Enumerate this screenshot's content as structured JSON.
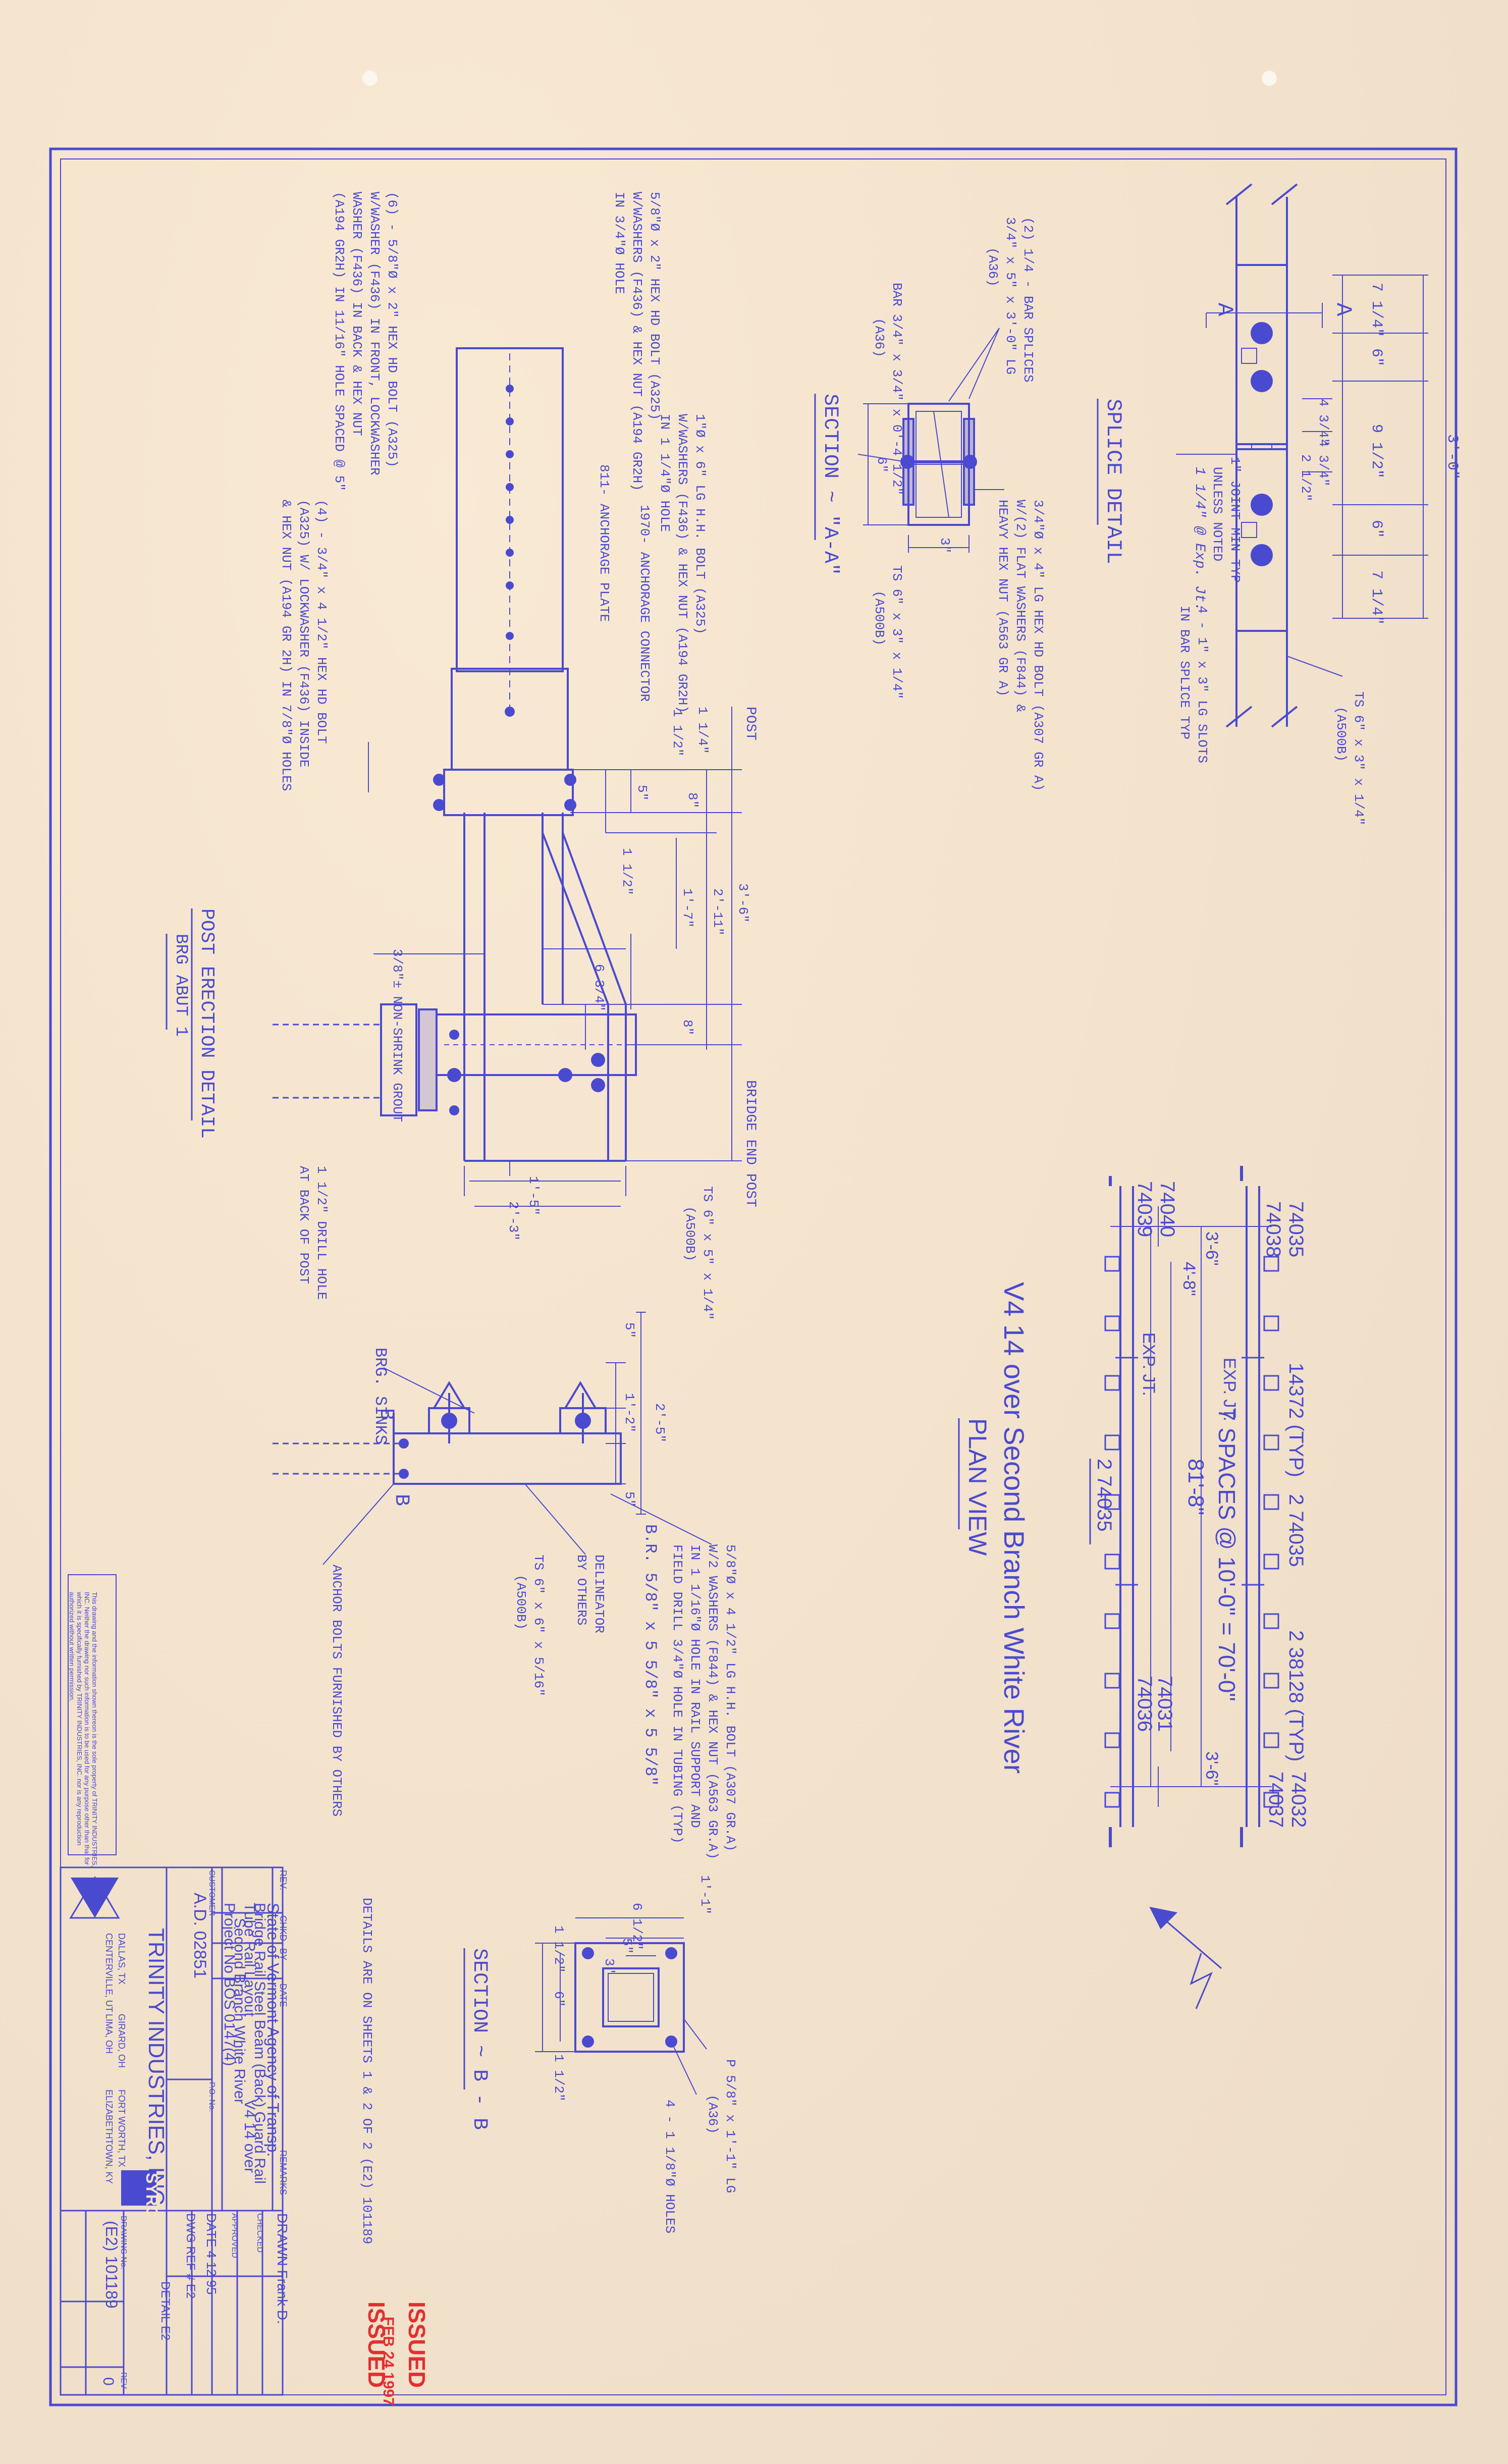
{
  "colors": {
    "ink": "#4a4ad0",
    "paper": "#f3e3cc",
    "stamp": "#e23030"
  },
  "splice": {
    "title": "SPLICE DETAIL",
    "overall": "3'-0\"",
    "dims": [
      "7 1/4\"",
      "6\"",
      "9 1/2\"",
      "6\"",
      "7 1/4\""
    ],
    "small_dims": [
      "4 3/4\"",
      "4 3/4\""
    ],
    "gap": "2 1/2\"",
    "joint_note": [
      "1\" JOINT MIN TYP",
      "UNLESS NOTED",
      "1 1/4\" @ Exp. Jt."
    ],
    "slot_note": [
      "4 - 1\" x 3\" LG SLOTS",
      "IN BAR SPLICE TYP"
    ],
    "tube_note": [
      "TS 6\" x 3\" x 1/4\"",
      "(A500B)"
    ],
    "section_mark": "A"
  },
  "section_a": {
    "title": "SECTION ~ \"A-A\"",
    "bar_splices": [
      "(2) 1/4 - BAR SPLICES",
      "3/4\" x 5\" x 3'-0\" LG",
      "(A36)"
    ],
    "bar_note": [
      "BAR 3/4\" x 3/4\" x 0'-4 1/2\"",
      "(A36)"
    ],
    "bolt_note": [
      "3/4\"Ø x 4\" LG HEX HD BOLT (A307 GR A)",
      "W/(2) FLAT WASHERS (F844) &",
      "HEAVY HEX NUT (A563 GR A)"
    ],
    "tube_note": [
      "TS 6\" x 3\" x 1/4\"",
      "(A500B)"
    ],
    "dim_h": "6\"",
    "dim_w": "3\""
  },
  "post": {
    "title": "POST ERECTION DETAIL",
    "subtitle": "BRG ABUT 1",
    "note_bolt": [
      "5/8\"Ø x 2\" HEX HD BOLT (A325)",
      "W/WASHERS (F436) & HEX NUT (A194 GR2H)",
      "IN 3/4\"Ø HOLE"
    ],
    "note_six": [
      "(6) - 5/8\"Ø x 2\" HEX HD BOLT (A325)",
      "W/WASHER (F436) IN FRONT, LOCKWASHER",
      "WASHER (F436) IN BACK & HEX NUT",
      "(A194 GR2H) IN 11/16\" HOLE SPACED @ 5\""
    ],
    "note_2": [
      "1\"Ø x 6\" LG H.H. BOLT (A325)",
      "W/WASHERS (F436) & HEX NUT (A194 GR2H)",
      "IN 1 1/4\"Ø HOLE"
    ],
    "connector": [
      "1970- ANCHORAGE CONNECTOR",
      "811- ANCHORAGE PLATE"
    ],
    "note_4": [
      "(4) - 3/4\" x 4 1/2\" HEX HD BOLT",
      "(A325) W/ LOCKWASHER (F436) INSIDE",
      "& HEX NUT (A194 GR 2H) IN 7/8\"Ø HOLES"
    ],
    "grout": "3/8\"± NON-SHRINK GROUT",
    "post_label": "POST",
    "bridge_end_post": "BRIDGE END POST",
    "dims_top": [
      "1 1/4\"",
      "1 1/2\"",
      "5\"",
      "8\"",
      "2'-11\"",
      "3'-6\"",
      "1 1/2\"",
      "1'-7\"",
      "8\""
    ],
    "dim_34": "6 3/4\"",
    "dims_bottom": [
      "1'-5\"",
      "2'-3\""
    ],
    "drill_note": [
      "1 1/2\" DRILL HOLE",
      "AT BACK OF POST"
    ],
    "tube": [
      "TS 6\" x 5\" x 1/4\"",
      "(A500B)"
    ]
  },
  "bearing": {
    "dims": [
      "2'-5\"",
      "5\"",
      "1'-2\"",
      "5\""
    ],
    "label": "BRG. SINKS",
    "bolt_note": [
      "5/8\"Ø x 4 1/2\" LG H.H. BOLT (A307 GR.A)",
      "W/2 WASHERS (F844) & HEX NUT (A563 GR.A)",
      "IN 1 1/16\"Ø HOLE IN RAIL SUPPORT AND",
      "FIELD DRILL 3/4\"Ø HOLE IN TUBING (TYP)"
    ],
    "plate_note": "B.R. 5/8\" x 5 5/8\" x 5 5/8\"",
    "delineator": [
      "DELINEATOR",
      "BY OTHERS"
    ],
    "tube": [
      "TS 6\" x 6\" x 5/16\"",
      "(A500B)"
    ],
    "anchor": "ANCHOR BOLTS FURNISHED BY OTHERS",
    "section_mark": "B"
  },
  "section_b": {
    "title": "SECTION ~ B - B",
    "dims": [
      "1'-1\"",
      "6 1/2\"",
      "3\"",
      "5\"",
      "1 1/2\"",
      "6\"",
      "1 1/2\""
    ],
    "plate": [
      "P 5/8\" x 1'-1\" LG",
      "(A36)"
    ],
    "holes": "4 - 1 1/8\"Ø HOLES"
  },
  "plan": {
    "title": "V4 14 over Second Branch White River",
    "subtitle": "PLAN VIEW",
    "labels": [
      "74035",
      "74038",
      "74040",
      "74039",
      "74032",
      "74037",
      "74031",
      "74036"
    ],
    "center": "7 SPACES @ 10'-0\" = 70'-0\"",
    "center2": "81'-8\"",
    "center3": "2 74035",
    "typ1": "14372 (TYP)",
    "typ2": "2 74035",
    "typ3": "2 38128 (TYP)",
    "exp": "EXP. JT.",
    "dims": [
      "3'-6\"",
      "4'-8\"",
      "3'-6\""
    ]
  },
  "notes": {
    "sheets": "DETAILS ARE ON SHEETS 1 & 2 OF 2 (E2) 101189",
    "disclaimer": "This drawing and the information shown thereon is the sole property of TRINITY INDUSTRIES, INC. Neither the drawing nor such information is to be used for any purpose other than that for which it is specifically furnished by TRINITY INDUSTRIES, INC. nor is any reproduction authorized without written permission."
  },
  "title_block": {
    "company": "TRINITY INDUSTRIES, INC.",
    "brand": "SYRO",
    "cities": [
      "DALLAS, TX",
      "GIRARD, OH",
      "FORT WORTH, TX",
      "CENTERVILLE, UT",
      "LIMA, OH",
      "ELIZABETHTOWN, KY"
    ],
    "rev_header": [
      "REV.",
      "CHKD",
      "BY",
      "DATE",
      "REMARKS"
    ],
    "desc": [
      "State of Vermont Agency of Transp.",
      "Bridge Rail Steel Beam (Back) Guard Rail",
      "Tube Rail Layout",
      "V4 14 over",
      "Second Branch White River",
      "Project No BOS 0147(4)"
    ],
    "customer_label": "CUSTOMER",
    "customer": "A.D. 02851",
    "po_label": "P.O. No.",
    "drawn": "DRAWN Frank D.",
    "checked": "CHECKED",
    "approved": "APPROVED",
    "date": "DATE 4 12 95",
    "dwg_ref": "DWG REF # E2",
    "detail": "DETAIL E2",
    "drawing_no": "(E2) 101189",
    "rev": "0",
    "drawing_no_label": "DRAWING No.",
    "rev_label": "REV"
  },
  "stamps": {
    "issued": "ISSUED",
    "date": "FEB 24 1997"
  }
}
